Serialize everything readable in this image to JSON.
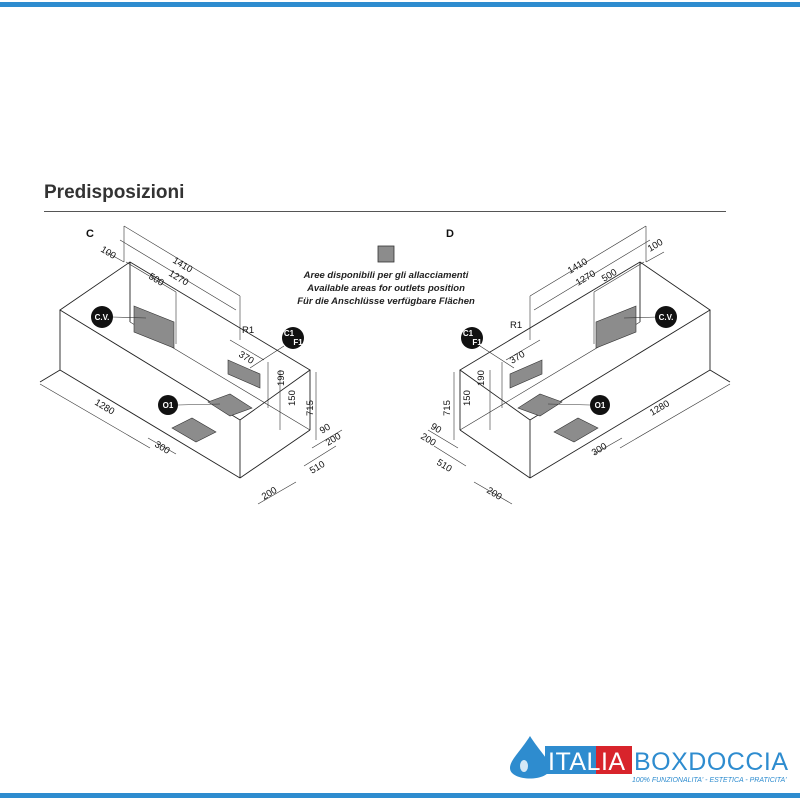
{
  "section": {
    "title": "Predisposizioni"
  },
  "views": {
    "left": "C",
    "right": "D"
  },
  "legend": {
    "it": "Aree disponibili per gli allacciamenti",
    "en": "Available areas for outlets position",
    "de": "Für die Anschlüsse verfügbare Flächen",
    "swatch_color": "#8c8c8c"
  },
  "dimensions": {
    "d1410": "1410",
    "d1270": "1270",
    "d100": "100",
    "d500": "500",
    "d370": "370",
    "d190": "190",
    "d150": "150",
    "d715": "715",
    "d90": "90",
    "d200": "200",
    "d510": "510",
    "d1280": "1280",
    "d300": "300",
    "r1": "R1"
  },
  "markers": {
    "cv": "C.V.",
    "c1": "C1",
    "f1": "F1",
    "o1": "O1"
  },
  "brand": {
    "part1": "ITALIA",
    "part2": "BOXDOCCIA",
    "tagline": "100% FUNZIONALITA' - ESTETICA - PRATICITA'",
    "color_blue": "#2e8ccf",
    "color_red": "#d8242b"
  }
}
